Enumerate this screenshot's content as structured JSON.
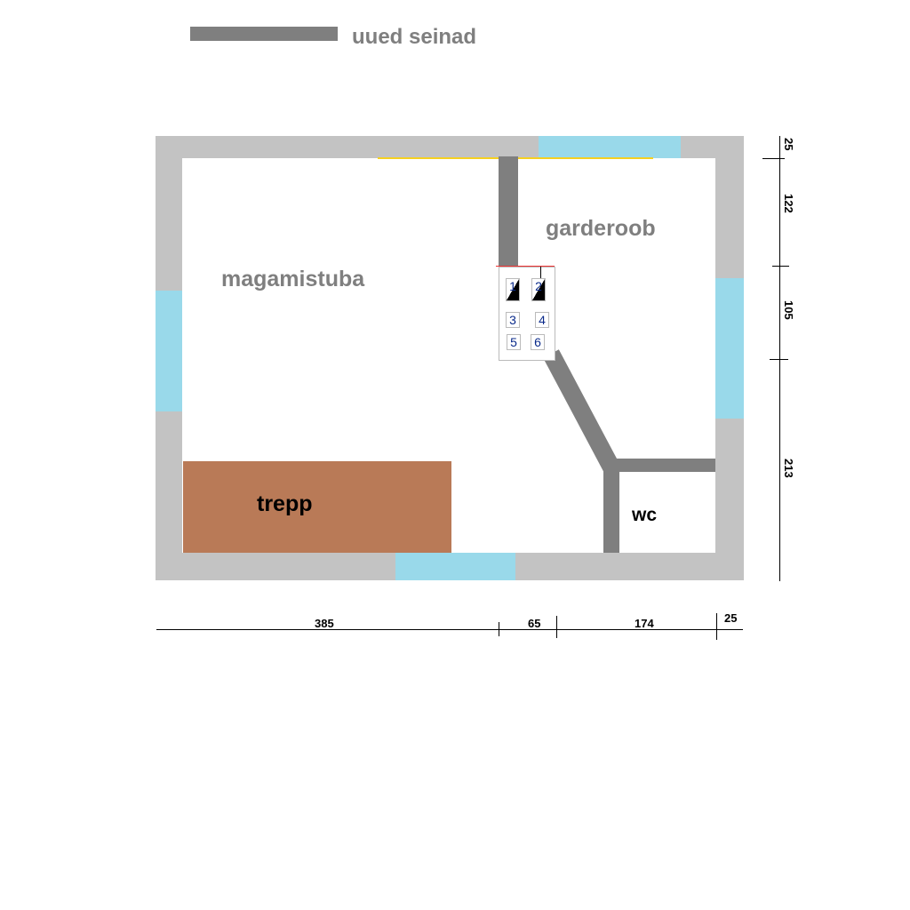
{
  "legend": {
    "label": "uued seinad",
    "color": "#7f7f7f"
  },
  "rooms": {
    "bedroom": "magamistuba",
    "wardrobe": "garderoob",
    "stairs": "trepp",
    "wc": "wc"
  },
  "fixtures": [
    "1",
    "2",
    "3",
    "4",
    "5",
    "6"
  ],
  "dimensions": {
    "horizontal": [
      "385",
      "65",
      "174",
      "25"
    ],
    "vertical": [
      "25",
      "122",
      "105",
      "213"
    ]
  },
  "colors": {
    "wall": "#c3c3c3",
    "window": "#99d9ea",
    "new_wall": "#7f7f7f",
    "stairs": "#b97a57"
  }
}
